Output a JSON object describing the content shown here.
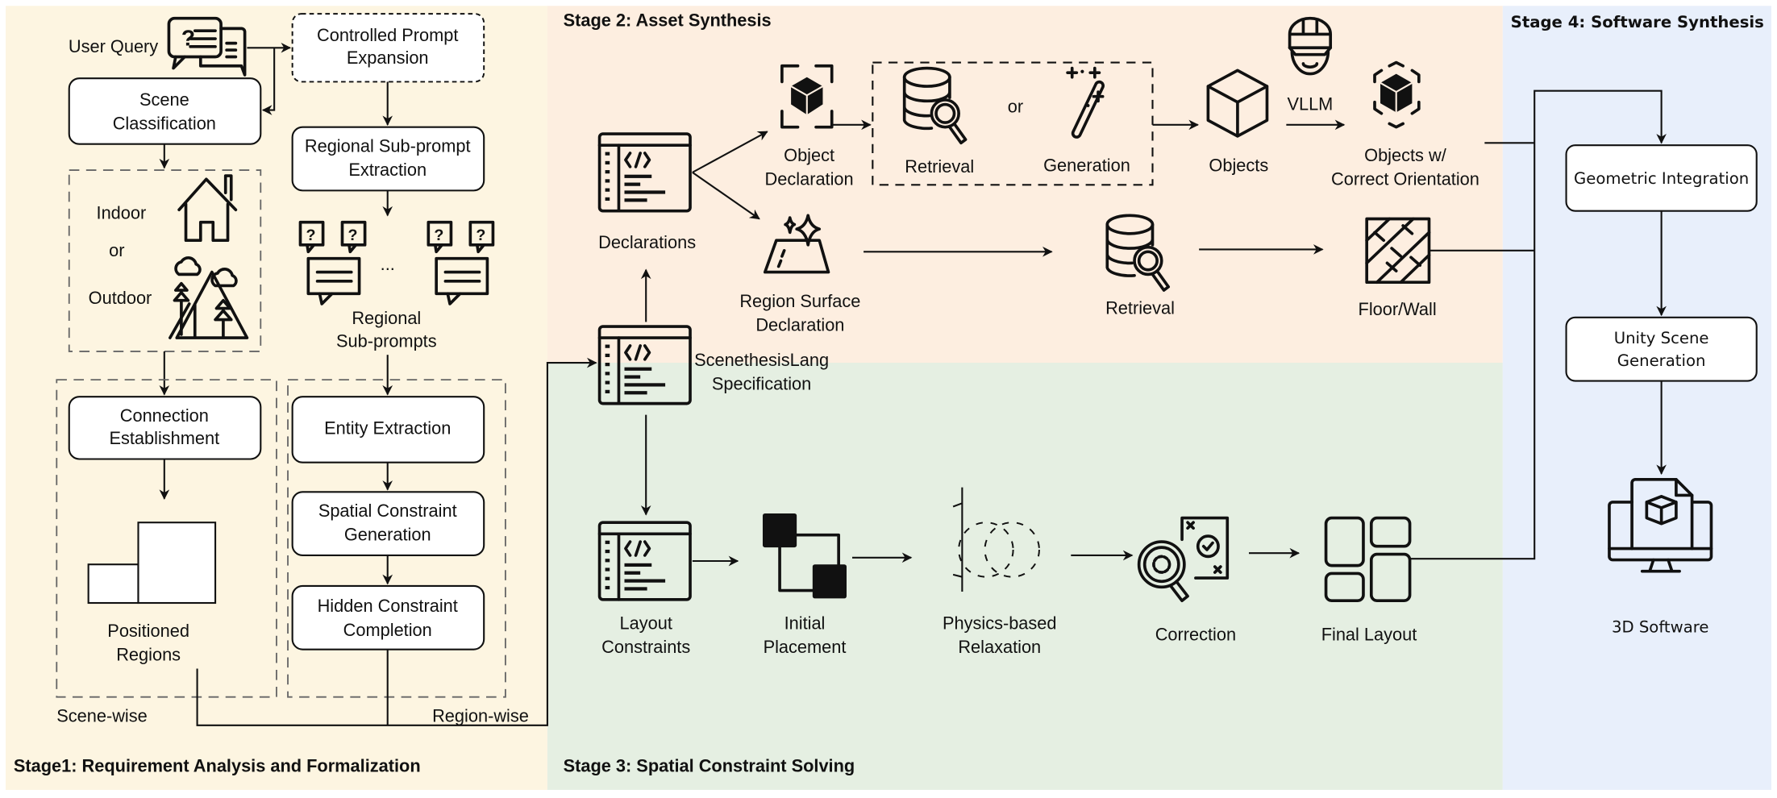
{
  "colors": {
    "stage1_bg": "#fdf5e1",
    "stage2_bg": "#fdeee0",
    "stage3_bg": "#e5efe2",
    "stage4_bg": "#e8effb",
    "stroke": "#111111"
  },
  "stage1": {
    "title": "Stage1: Requirement Analysis and Formalization",
    "user_query": "User Query",
    "controlled_prompt_expansion": [
      "Controlled Prompt",
      "Expansion"
    ],
    "scene_classification": [
      "Scene",
      "Classification"
    ],
    "indoor": "Indoor",
    "or": "or",
    "outdoor": "Outdoor",
    "regional_subprompt_extraction": [
      "Regional Sub-prompt",
      "Extraction"
    ],
    "ellipsis": "...",
    "regional_subprompts": [
      "Regional",
      "Sub-prompts"
    ],
    "connection_establishment": [
      "Connection",
      "Establishment"
    ],
    "positioned_regions": [
      "Positioned",
      "Regions"
    ],
    "entity_extraction": "Entity Extraction",
    "spatial_constraint_generation": [
      "Spatial Constraint",
      "Generation"
    ],
    "hidden_constraint_completion": [
      "Hidden Constraint",
      "Completion"
    ],
    "scene_wise": "Scene-wise",
    "region_wise": "Region-wise"
  },
  "stage2": {
    "title": "Stage 2: Asset Synthesis",
    "declarations": "Declarations",
    "object_declaration": [
      "Object",
      "Declaration"
    ],
    "retrieval": "Retrieval",
    "or": "or",
    "generation": "Generation",
    "objects": "Objects",
    "vllm": "VLLM",
    "objects_oriented": [
      "Objects w/",
      "Correct Orientation"
    ],
    "region_surface_declaration": [
      "Region Surface",
      "Declaration"
    ],
    "surface_retrieval": "Retrieval",
    "floor_wall": "Floor/Wall",
    "specification": [
      "ScenethesisLang",
      "Specification"
    ]
  },
  "stage3": {
    "title": "Stage 3: Spatial Constraint Solving",
    "layout_constraints": [
      "Layout",
      "Constraints"
    ],
    "initial_placement": [
      "Initial",
      "Placement"
    ],
    "physics_relaxation": [
      "Physics-based",
      "Relaxation"
    ],
    "correction": "Correction",
    "final_layout": "Final Layout"
  },
  "stage4": {
    "title": "Stage 4: Software Synthesis",
    "geometric_integration": "Geometric Integration",
    "unity_scene_generation": [
      "Unity Scene",
      "Generation"
    ],
    "software_3d": "3D Software"
  }
}
